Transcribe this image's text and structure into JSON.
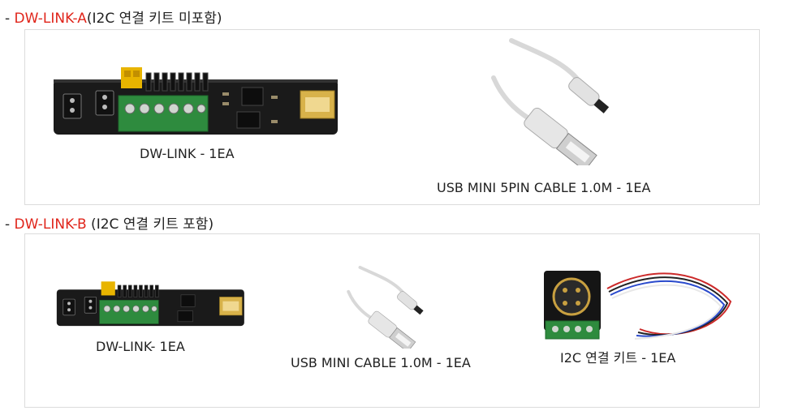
{
  "sections": [
    {
      "dash": "-",
      "name": "DW-LINK-A",
      "note": "(I2C 연결 키트 미포함)",
      "captions": [
        "DW-LINK - 1EA",
        "USB MINI 5PIN CABLE 1.0M - 1EA"
      ]
    },
    {
      "dash": "-",
      "name": "DW-LINK-B",
      "note": " (I2C 연결 키트 포함)",
      "captions": [
        "DW-LINK- 1EA",
        "USB MINI CABLE 1.0M - 1EA",
        "I2C 연결 키트 - 1EA"
      ]
    }
  ],
  "colors": {
    "accent_red": "#e0251b",
    "pcb_black": "#1a1a1a",
    "terminal_green": "#2e8b3e",
    "cable_gray": "#d8d8d8"
  },
  "icons": [
    "dw-link-board",
    "usb-mini-cable",
    "i2c-sensor-kit"
  ]
}
